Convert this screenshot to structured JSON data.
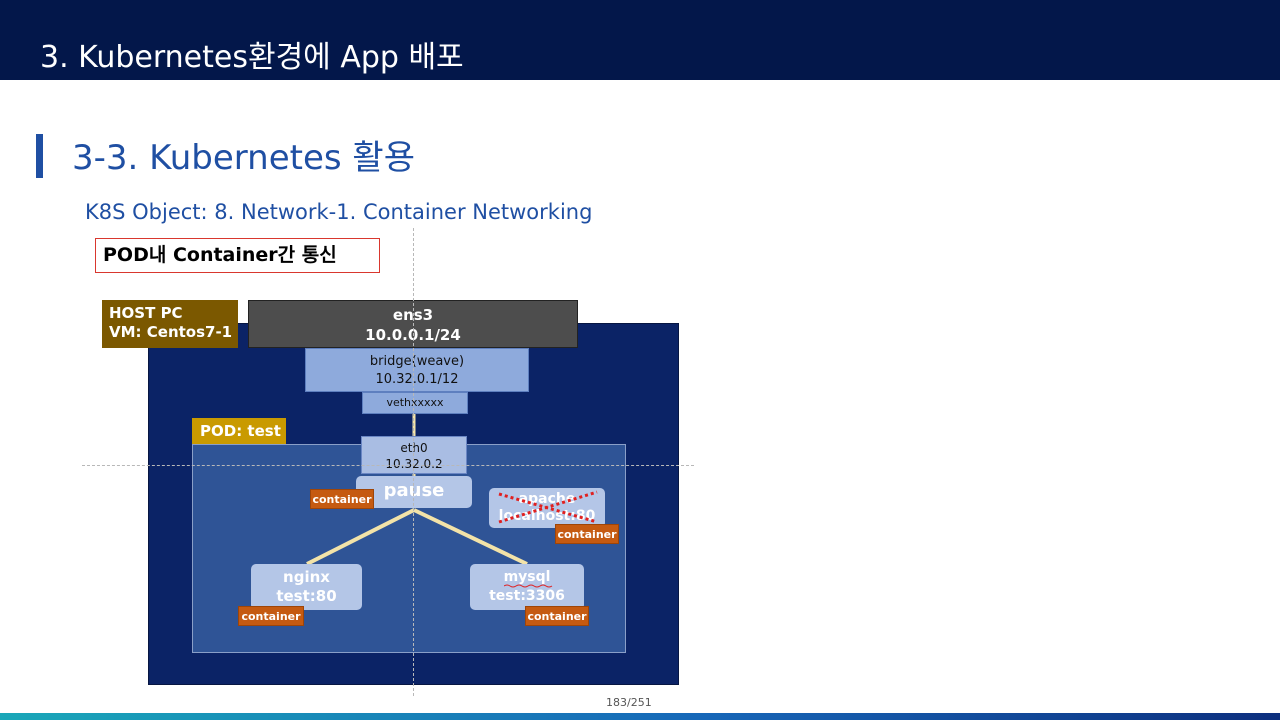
{
  "header": {
    "title": "3.  Kubernetes환경에 App 배포"
  },
  "section": {
    "title": "3-3. Kubernetes 활용",
    "subtitle": "K8S Object: 8. Network-1. Container Networking"
  },
  "diagram": {
    "callout": "POD내 Container간 통신",
    "host_label": [
      "HOST PC",
      "VM: Centos7-1"
    ],
    "ens": [
      "ens3",
      "10.0.0.1/24"
    ],
    "bridge": [
      "bridge(weave)",
      "10.32.0.1/12"
    ],
    "veth": "vethxxxxx",
    "pod_label": "POD: test",
    "eth0": [
      "eth0",
      "10.32.0.2"
    ],
    "pause": "pause",
    "apache": [
      "apache",
      "localhost:80"
    ],
    "nginx": [
      "nginx",
      "test:80"
    ],
    "mysql": [
      "mysql",
      "test:3306"
    ],
    "container_tag": "container",
    "colors": {
      "host_bg": "#0b2366",
      "pod_bg": "#2f5496",
      "container_tag": "#c55a11",
      "link": "#f3e3a8",
      "strike": "#e02020"
    }
  },
  "page": {
    "number": "183/251"
  }
}
